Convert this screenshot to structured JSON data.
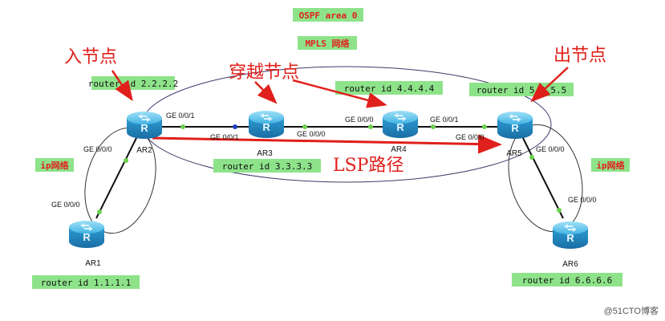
{
  "area_label": "OSPF area 0",
  "mpls_label": "MPLS 网络",
  "ip_network_left": "ip网络",
  "ip_network_right": "ip网络",
  "annotations": {
    "ingress": "入节点",
    "transit": "穿越节点",
    "egress": "出节点",
    "lsp_path": "LSP路径"
  },
  "routers": {
    "AR1": {
      "name": "AR1",
      "router_id": "router id 1.1.1.1"
    },
    "AR2": {
      "name": "AR2",
      "router_id": "router id 2.2.2.2"
    },
    "AR3": {
      "name": "AR3",
      "router_id": "router id 3.3.3.3"
    },
    "AR4": {
      "name": "AR4",
      "router_id": "router id 4.4.4.4"
    },
    "AR5": {
      "name": "AR5",
      "router_id": "router id 5.5.5.5"
    },
    "AR6": {
      "name": "AR6",
      "router_id": "router id 6.6.6.6"
    }
  },
  "interfaces": {
    "ar2_to_ar3": "GE 0/0/1",
    "ar3_to_ar2": "GE 0/0/1",
    "ar3_to_ar4": "GE 0/0/0",
    "ar4_to_ar3": "GE 0/0/0",
    "ar4_to_ar5": "GE 0/0/1",
    "ar5_to_ar4": "GE 0/0/0",
    "ar2_to_ar1": "GE 0/0/0",
    "ar1_to_ar2": "GE 0/0/0",
    "ar5_to_ar6": "GE 0/0/0",
    "ar6_to_ar5": "GE 0/0/0"
  },
  "watermark": "@51CTO博客",
  "colors": {
    "label_green": "#8ee38a",
    "annotation_red": "#e0201b",
    "router_blue": "#2f9fd6",
    "ellipse": "#3b3b6b"
  }
}
